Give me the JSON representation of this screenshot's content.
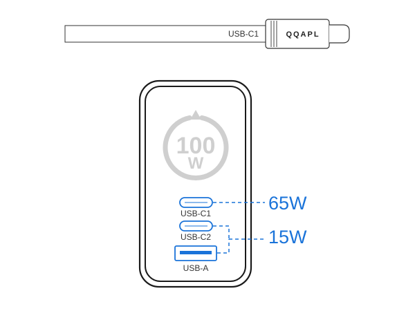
{
  "cable": {
    "port_label": "USB-C1",
    "brand": "QQAPL"
  },
  "charger": {
    "badge_value": "100",
    "badge_unit": "W",
    "ports": [
      {
        "label": "USB-C1"
      },
      {
        "label": "USB-C2"
      },
      {
        "label": "USB-A"
      }
    ]
  },
  "outputs": {
    "c1_power": "65W",
    "c2_a_power": "15W"
  },
  "colors": {
    "accent": "#1a73d9",
    "outline": "#1a1a1a",
    "badge": "#cfcfcf"
  }
}
